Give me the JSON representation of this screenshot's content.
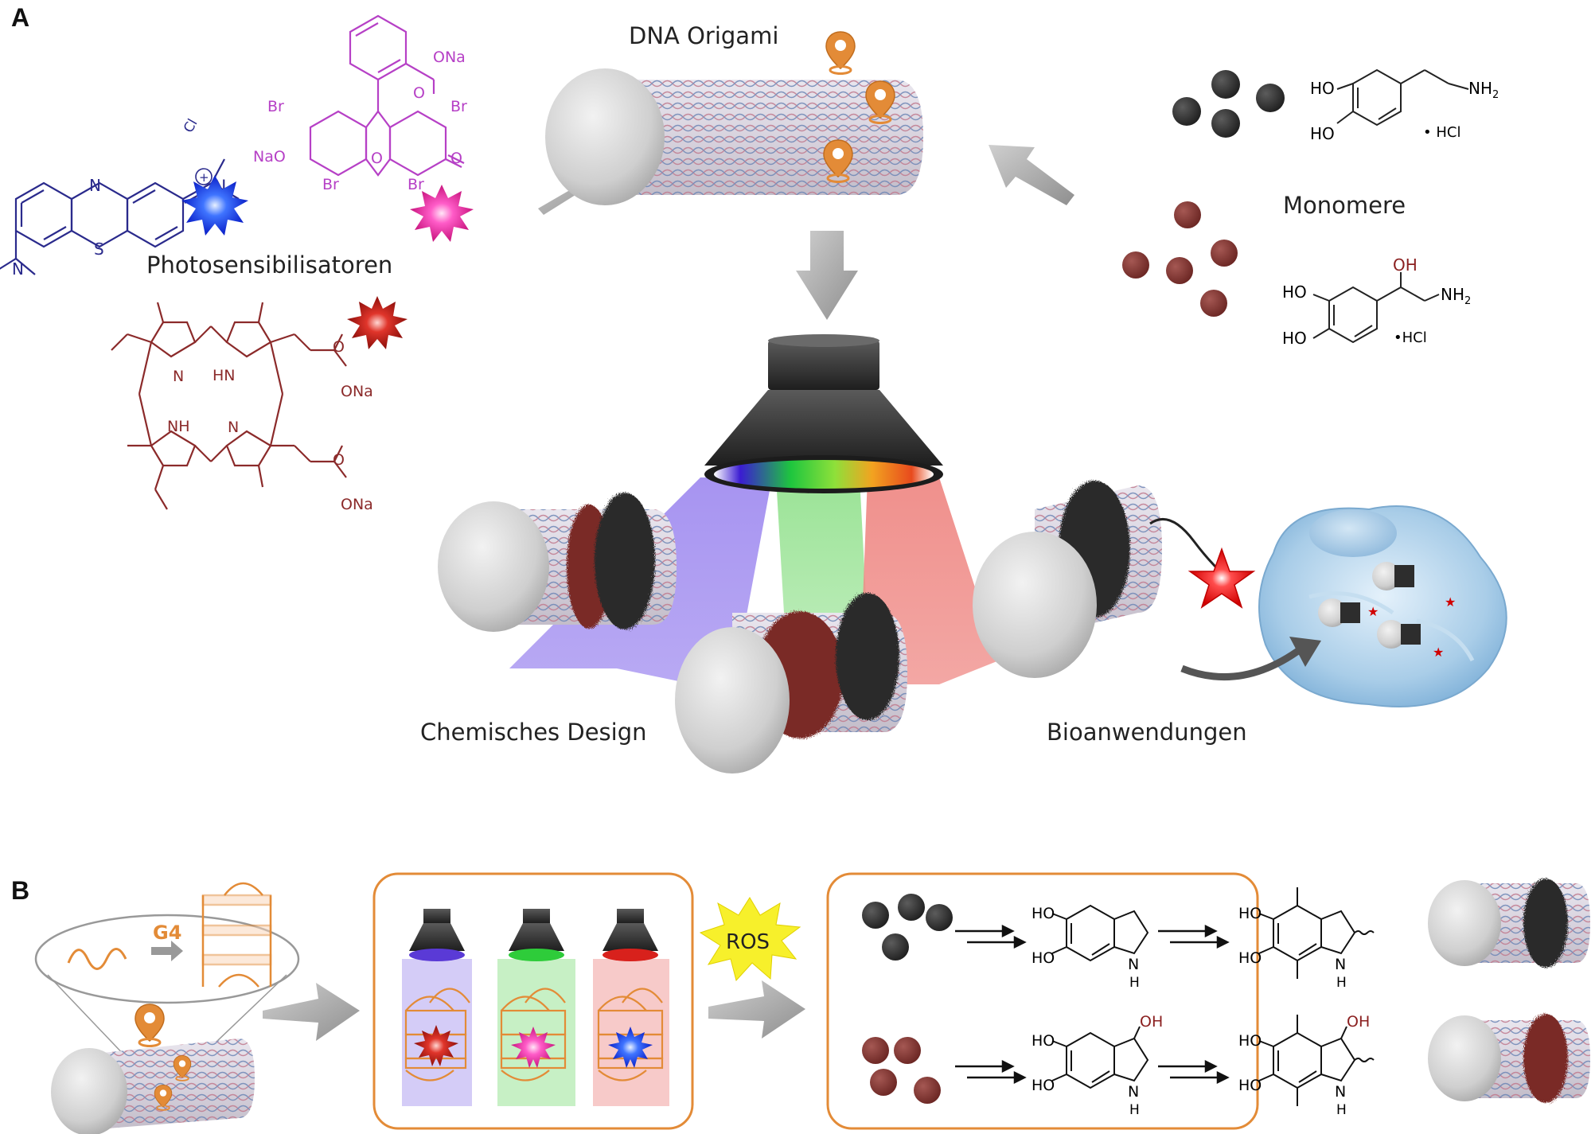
{
  "panels": {
    "a": "A",
    "b": "B"
  },
  "labels": {
    "dna_origami": "DNA Origami",
    "photosensitizers": "Photosensibilisatoren",
    "monomers": "Monomere",
    "chemical_design": "Chemisches Design",
    "bioapplications": "Bioanwendungen",
    "g4": "G4",
    "ros": "ROS"
  },
  "chem": {
    "sodium_carboxylate": "ONa",
    "naO": "NaO",
    "bromine": "Br",
    "ketone_o": "O",
    "ring_n": "N",
    "ring_s": "S",
    "ring_o": "O",
    "chloride": "Cl",
    "nh": "NH",
    "hn": "HN",
    "hydroxy": "HO",
    "hydroxy_r": "OH",
    "amine": "NH",
    "amine_sub": "2",
    "hcl_salt": "• HCl",
    "hcl_salt2": "•HCl",
    "indole_nh": "N",
    "indole_h": "H"
  },
  "colors": {
    "methylene_blue": "#2a2a8c",
    "eosin": "#b640c6",
    "porphyrin": "#8b2a2a",
    "accent_orange": "#e38b37",
    "arrow_gray": "#a7a7a7",
    "dopamine_melanin": "#333333",
    "norepinephrine_melanin": "#8a3a36",
    "violet_light": "#a28ef0",
    "green_light": "#8fe08a",
    "red_light": "#ef8a86",
    "ros_yellow": "#f7f02b",
    "cell_blue": "#9fc6e4"
  },
  "icons": [
    "location-pin-icon",
    "star-burst-icon",
    "lamp-icon",
    "cell-icon",
    "g-quadruplex-icon",
    "wave-icon"
  ]
}
